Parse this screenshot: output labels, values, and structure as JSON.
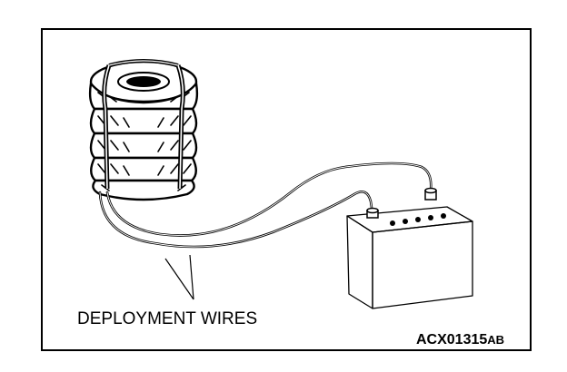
{
  "figure": {
    "label": "DEPLOYMENT WIRES",
    "code_main": "ACX01315",
    "code_suffix": "AB"
  },
  "colors": {
    "ink": "#000000",
    "paper": "#ffffff"
  }
}
